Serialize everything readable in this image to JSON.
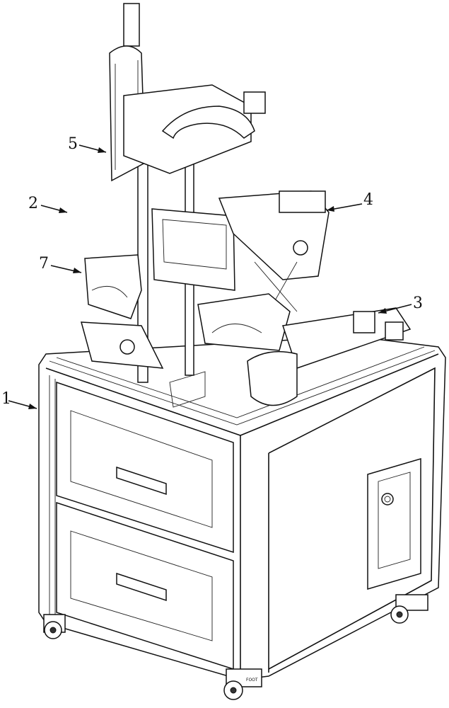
{
  "figure": {
    "labels": [
      {
        "id": "1",
        "text": "1"
      },
      {
        "id": "2",
        "text": "2"
      },
      {
        "id": "3",
        "text": "3"
      },
      {
        "id": "4",
        "text": "4"
      },
      {
        "id": "5",
        "text": "5"
      },
      {
        "id": "7",
        "text": "7"
      }
    ],
    "caster_marking": "FOOT"
  }
}
